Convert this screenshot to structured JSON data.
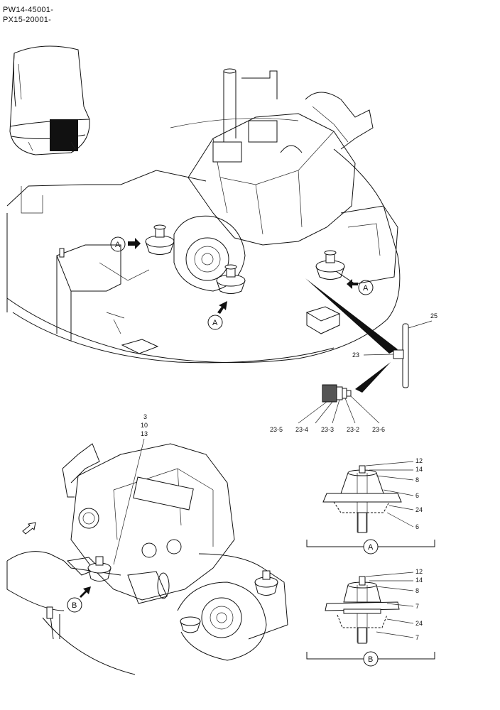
{
  "header": {
    "serial_ranges": [
      "PW14-45001-",
      "PX15-20001-"
    ]
  },
  "callouts": {
    "view_marks": [
      "A",
      "B"
    ],
    "part_numbers": {
      "p25": "25",
      "p23": "23",
      "p23_5": "23-5",
      "p23_4": "23-4",
      "p23_3": "23-3",
      "p23_2": "23-2",
      "p23_6": "23-6",
      "p3": "3",
      "p10": "10",
      "p13": "13",
      "p12": "12",
      "p14": "14",
      "p8": "8",
      "p6": "6",
      "p24": "24",
      "p7": "7"
    }
  },
  "detail_a": {
    "label": "A",
    "parts": [
      "12",
      "14",
      "8",
      "6",
      "24",
      "6"
    ]
  },
  "detail_b": {
    "label": "B",
    "parts": [
      "12",
      "14",
      "8",
      "7",
      "24",
      "7"
    ]
  }
}
